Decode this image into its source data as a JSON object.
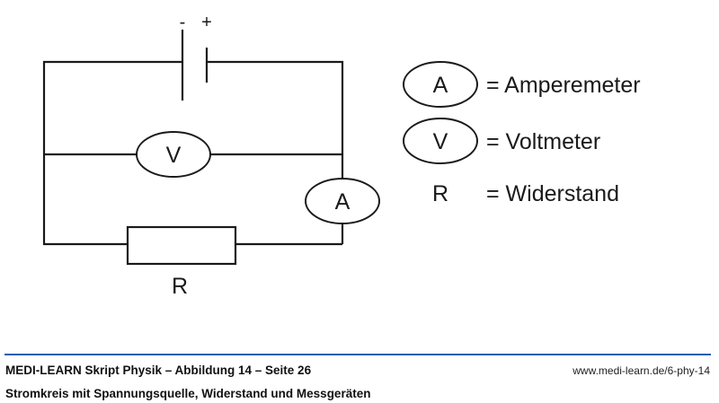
{
  "diagram": {
    "title": "Stromkreis mit Spannungsquelle, Widerstand und Messgeräten",
    "battery": {
      "minus_label": "-",
      "plus_label": "+"
    },
    "voltmeter": {
      "symbol": "V"
    },
    "ammeter": {
      "symbol": "A"
    },
    "resistor": {
      "symbol": "R"
    },
    "legend": [
      {
        "symbol": "A",
        "shape": "ellipse",
        "text": "= Amperemeter"
      },
      {
        "symbol": "V",
        "shape": "ellipse",
        "text": "= Voltmeter"
      },
      {
        "symbol": "R",
        "shape": "none",
        "text": "= Widerstand"
      }
    ]
  },
  "footer": {
    "title": "MEDI-LEARN Skript Physik – Abbildung 14 – Seite 26",
    "subtitle": "Stromkreis mit Spannungsquelle, Widerstand und Messgeräten",
    "url": "www.medi-learn.de/6-phy-14",
    "rule_color": "#1f5fae"
  }
}
